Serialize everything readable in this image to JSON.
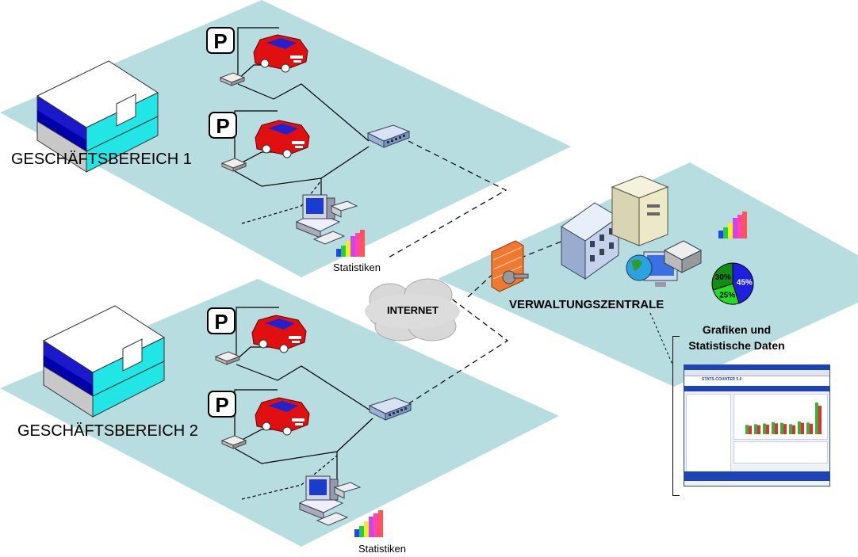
{
  "labels": {
    "bereich1": "GESCHÄFTSBEREICH 1",
    "bereich2": "GESCHÄFTSBEREICH 2",
    "statistiken1": "Statistiken",
    "statistiken2": "Statistiken",
    "internet": "INTERNET",
    "zentrale": "VERWALTUNGSZENTRALE",
    "grafiken_line1": "Grafiken und",
    "grafiken_line2": "Statistische Daten",
    "parking_sign": "P"
  },
  "pie": {
    "slices": [
      {
        "label": "45%",
        "value": 45,
        "color": "#1f1fe0"
      },
      {
        "label": "25%",
        "value": 25,
        "color": "#22dd22"
      },
      {
        "label": "30%",
        "value": 30,
        "color": "#128c12"
      }
    ]
  },
  "screenshot": {
    "app_title": "STATS-COUNTER 5.0"
  },
  "colors": {
    "platform": "#b8dde0",
    "car": "#e01010",
    "building_blue": "#1a1acc",
    "building_cyan": "#22e6e6",
    "firewall": "#f07830"
  }
}
